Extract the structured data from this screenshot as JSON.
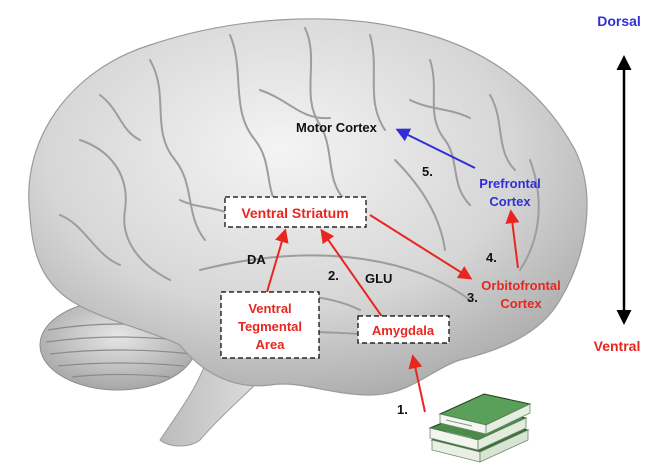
{
  "regions": {
    "motor_cortex": "Motor Cortex",
    "prefrontal_line1": "Prefrontal",
    "prefrontal_line2": "Cortex",
    "ventral_striatum": "Ventral Striatum",
    "orbitofrontal_line1": "Orbitofrontal",
    "orbitofrontal_line2": "Cortex",
    "vta_line1": "Ventral",
    "vta_line2": "Tegmental",
    "vta_line3": "Area",
    "amygdala": "Amygdala"
  },
  "neurotransmitters": {
    "dopamine": "DA",
    "glutamate": "GLU"
  },
  "steps": {
    "step1": "1.",
    "step2": "2.",
    "step3": "3.",
    "step4": "4.",
    "step5": "5."
  },
  "axis": {
    "top": "Dorsal",
    "bottom": "Ventral"
  },
  "colors": {
    "red": "#e8261f",
    "blue": "#2f2fd6",
    "brain": "#dcdcdc"
  },
  "icons": {
    "money": "money-stack-icon"
  }
}
